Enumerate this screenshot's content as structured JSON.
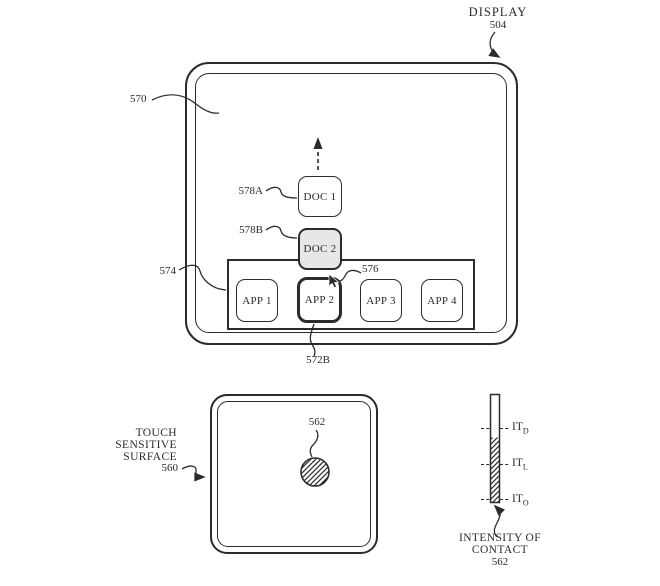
{
  "figure": {
    "display": {
      "title": "DISPLAY",
      "ref": "504",
      "screen_ref": "570",
      "dock": {
        "ref": "574"
      },
      "docs": [
        {
          "label": "DOC 1",
          "ref": "578A"
        },
        {
          "label": "DOC 2",
          "ref": "578B"
        }
      ],
      "apps": [
        {
          "label": "APP 1"
        },
        {
          "label": "APP 2"
        },
        {
          "label": "APP 3"
        },
        {
          "label": "APP 4"
        }
      ],
      "cursor_ref": "576",
      "app2_contact_ref": "572B"
    },
    "touch": {
      "lines": [
        "TOUCH",
        "SENSITIVE",
        "SURFACE"
      ],
      "ref": "560",
      "contact_ref": "562"
    },
    "intensity": {
      "thresholds": [
        {
          "base": "IT",
          "sub": "D"
        },
        {
          "base": "IT",
          "sub": "L"
        },
        {
          "base": "IT",
          "sub": "O"
        }
      ],
      "caption": [
        "INTENSITY OF",
        "CONTACT"
      ],
      "ref": "562"
    }
  },
  "colors": {
    "ink": "#2b2b2b",
    "doc2_fill": "#e7e7e7",
    "background": "#ffffff"
  }
}
